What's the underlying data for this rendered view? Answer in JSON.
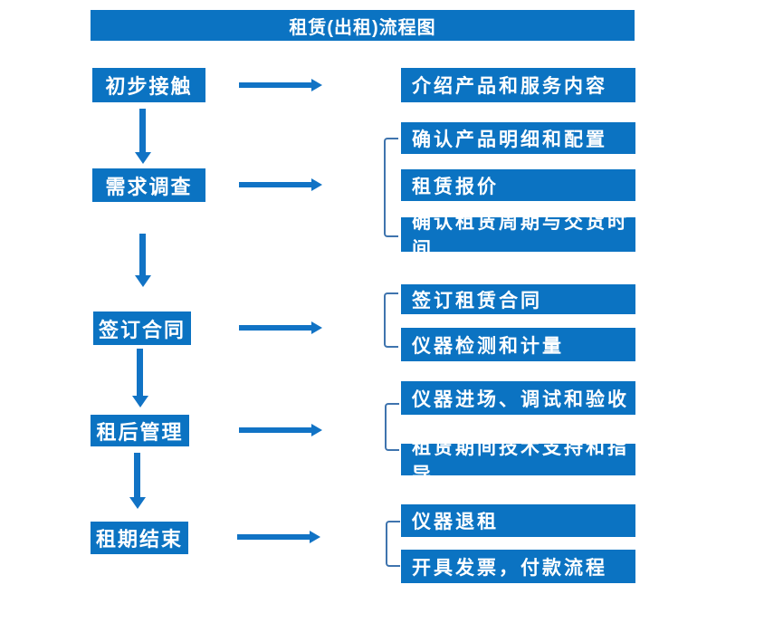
{
  "title": "租赁(出租)流程图",
  "colors": {
    "box_fill": "#0B73C2",
    "arrow": "#1173C5",
    "bracket": "#3F74AE",
    "text": "#FFFFFF",
    "background": "#FFFFFF"
  },
  "flow": {
    "steps": [
      {
        "label": "初步接触",
        "details": [
          "介绍产品和服务内容"
        ]
      },
      {
        "label": "需求调查",
        "details": [
          "确认产品明细和配置",
          "租赁报价",
          "确认租赁周期与交货时间"
        ]
      },
      {
        "label": "签订合同",
        "details": [
          "签订租赁合同",
          "仪器检测和计量"
        ]
      },
      {
        "label": "租后管理",
        "details": [
          "仪器进场、调试和验收",
          "租赁期间技术支持和指导"
        ]
      },
      {
        "label": "租期结束",
        "details": [
          "仪器退租",
          "开具发票，付款流程"
        ]
      }
    ]
  }
}
